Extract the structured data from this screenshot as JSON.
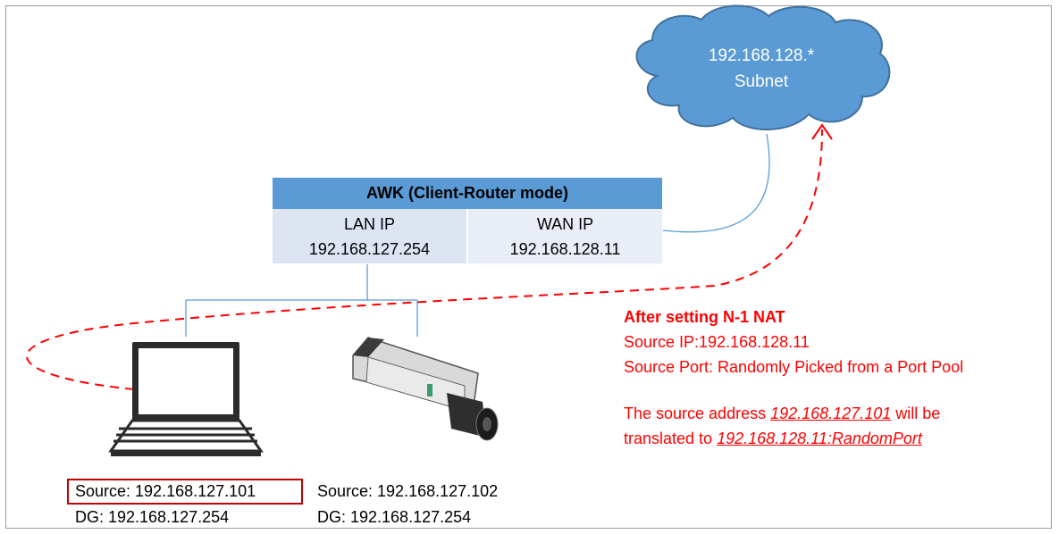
{
  "cloud": {
    "line1": "192.168.128.*",
    "line2": "Subnet"
  },
  "awk": {
    "title": "AWK (Client-Router mode)",
    "lan": {
      "label": "LAN IP",
      "ip": "192.168.127.254"
    },
    "wan": {
      "label": "WAN IP",
      "ip": "192.168.128.11"
    }
  },
  "nat": {
    "title": "After setting N-1 NAT",
    "source_ip": "Source IP:192.168.128.11",
    "source_port": "Source Port: Randomly Picked from a Port Pool",
    "line_a_pre": "The source address ",
    "line_a_ip": "192.168.127.101",
    "line_a_post": " will be",
    "line_b_pre": "translated to ",
    "line_b_ip": "192.168.128.11:RandomPort"
  },
  "laptop": {
    "source": "Source: 192.168.127.101",
    "dg": "DG: 192.168.127.254"
  },
  "camera": {
    "source": "Source: 192.168.127.102",
    "dg": "DG: 192.168.127.254"
  },
  "colors": {
    "accent_red": "#ff0000",
    "header_blue": "#5b9bd5",
    "cloud_blue": "#5b9bd5",
    "line_blue": "#5b9bd5"
  }
}
